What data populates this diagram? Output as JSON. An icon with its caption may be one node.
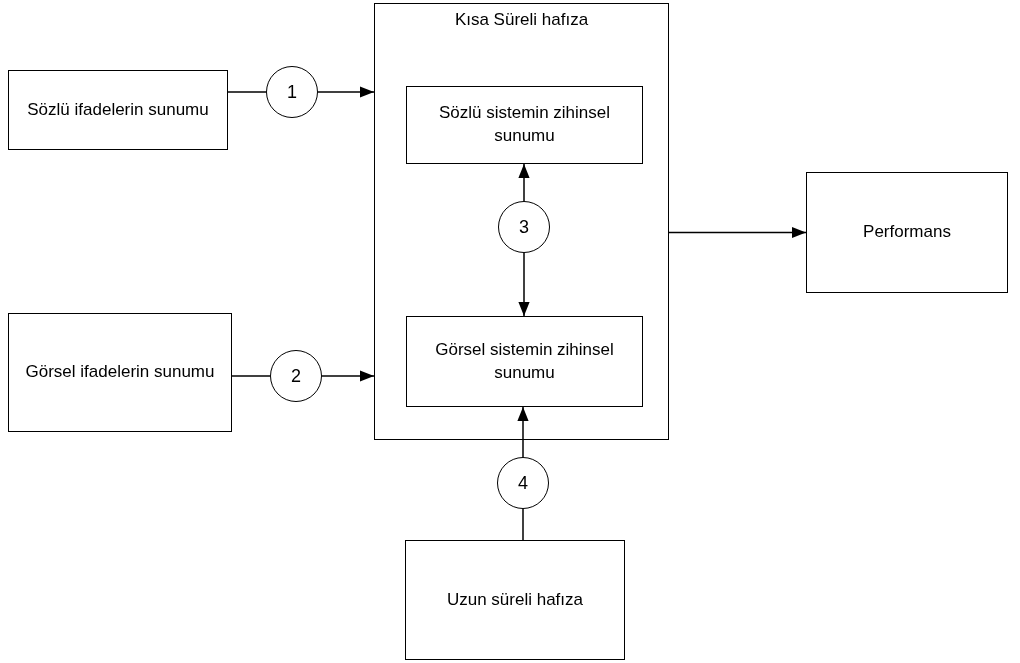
{
  "diagram": {
    "nodes": [
      {
        "text": [
          "Sözlü ifadelerin sunumu"
        ]
      },
      {
        "text": [
          "1"
        ]
      },
      {
        "text": [
          "Kısa Süreli hafıza"
        ]
      },
      {
        "text": [
          "Sözlü sistemin zihinsel sunumu"
        ],
        "in": 2
      },
      {
        "text": [
          "3"
        ],
        "in": 2
      },
      {
        "text": [
          "Görsel sistemin zihinsel sunumu"
        ],
        "in": 2
      },
      {
        "text": [
          "Performans"
        ]
      },
      {
        "text": [
          "Görsel ifadelerin sunumu"
        ]
      },
      {
        "text": [
          "2"
        ]
      },
      {
        "text": [
          "4"
        ]
      },
      {
        "text": [
          "Uzun süreli hafıza"
        ]
      }
    ],
    "edges": [
      {
        "from": 0,
        "to": 1,
        "arrow": "none"
      },
      {
        "from": 1,
        "to": 2,
        "arrow": "to"
      },
      {
        "from": 4,
        "to": 3,
        "arrow": "to"
      },
      {
        "from": 4,
        "to": 5,
        "arrow": "to"
      },
      {
        "from": 2,
        "to": 6,
        "arrow": "to"
      },
      {
        "from": 7,
        "to": 8,
        "arrow": "none"
      },
      {
        "from": 8,
        "to": 2,
        "arrow": "to"
      },
      {
        "from": 10,
        "to": 9,
        "arrow": "none"
      },
      {
        "from": 9,
        "to": 5,
        "arrow": "to"
      }
    ]
  }
}
